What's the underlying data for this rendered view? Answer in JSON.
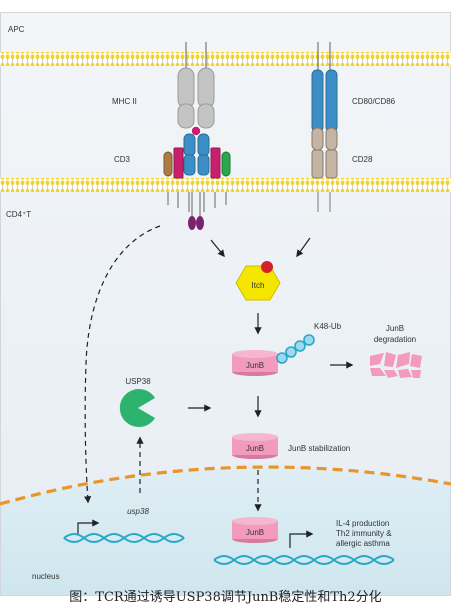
{
  "colors": {
    "membrane_yellow": "#f0d230",
    "membrane_outline": "#8a8a8a",
    "mhc_gray": "#c4c4c4",
    "cd86_blue": "#3c8fc6",
    "cd28_tan": "#c4b4a4",
    "itch_yellow": "#f5e600",
    "ubiquitin_red": "#d4202c",
    "junb_pink": "#f29bbd",
    "usp38_green": "#2eb36e",
    "nuclear_envelope": "#e8952a",
    "dna_teal": "#2aa8c8",
    "cd3_magenta": "#c8206e",
    "cd3_purple": "#7a2270",
    "cd3_green": "#2aa84e",
    "cd3_brown": "#b07a44"
  },
  "labels": {
    "apc": "APC",
    "cd4t": "CD4⁺T",
    "nucleus": "nucleus",
    "mhc2": "MHC II",
    "cd3": "CD3",
    "cd80_86": "CD80/CD86",
    "cd28": "CD28",
    "itch": "Itch",
    "k48ub": "K48-Ub",
    "junb_degradation_line1": "JunB",
    "junb_degradation_line2": "degradation",
    "junb": "JunB",
    "usp38": "USP38",
    "junb_stabilization": "JunB stabilization",
    "usp38_gene": "usp38",
    "il4_line1": "IL-4 production",
    "il4_line2": "Th2 immunity &",
    "il4_line3": "allergic asthma"
  },
  "caption": "图：TCR通过诱导USP38调节JunB稳定性和Th2分化"
}
